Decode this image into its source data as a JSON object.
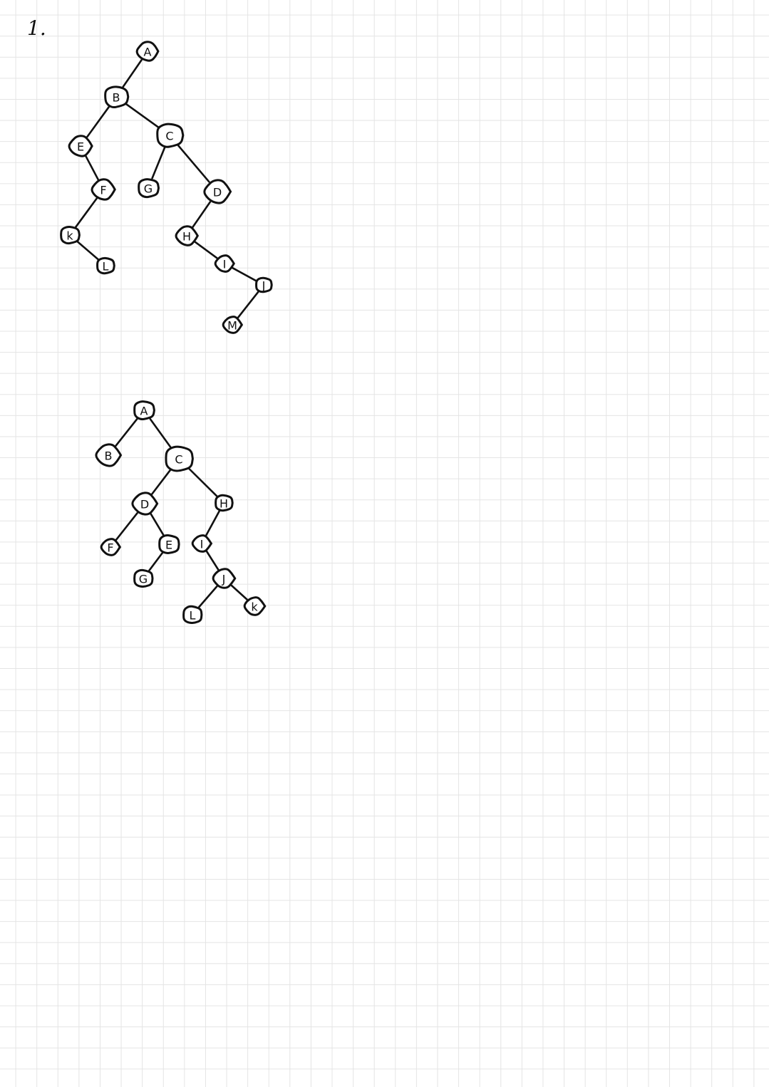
{
  "page": {
    "problem_number": "1."
  },
  "trees": [
    {
      "id": "tree1",
      "nodes": [
        {
          "id": "A",
          "label": "A"
        },
        {
          "id": "B",
          "label": "B"
        },
        {
          "id": "E",
          "label": "E"
        },
        {
          "id": "C",
          "label": "C"
        },
        {
          "id": "F",
          "label": "F"
        },
        {
          "id": "G",
          "label": "G"
        },
        {
          "id": "D",
          "label": "D"
        },
        {
          "id": "K",
          "label": "k"
        },
        {
          "id": "H",
          "label": "H"
        },
        {
          "id": "L",
          "label": "L"
        },
        {
          "id": "I",
          "label": "I"
        },
        {
          "id": "J",
          "label": "J"
        },
        {
          "id": "M",
          "label": "M"
        }
      ],
      "edges": [
        [
          "A",
          "B"
        ],
        [
          "B",
          "E"
        ],
        [
          "B",
          "C"
        ],
        [
          "E",
          "F"
        ],
        [
          "C",
          "G"
        ],
        [
          "C",
          "D"
        ],
        [
          "F",
          "K"
        ],
        [
          "K",
          "L"
        ],
        [
          "D",
          "H"
        ],
        [
          "H",
          "I"
        ],
        [
          "I",
          "J"
        ],
        [
          "J",
          "M"
        ]
      ]
    },
    {
      "id": "tree2",
      "nodes": [
        {
          "id": "A",
          "label": "A"
        },
        {
          "id": "B",
          "label": "B"
        },
        {
          "id": "C",
          "label": "C"
        },
        {
          "id": "D",
          "label": "D"
        },
        {
          "id": "H",
          "label": "H"
        },
        {
          "id": "F",
          "label": "F"
        },
        {
          "id": "E",
          "label": "E"
        },
        {
          "id": "I",
          "label": "I"
        },
        {
          "id": "G",
          "label": "G"
        },
        {
          "id": "J",
          "label": "J"
        },
        {
          "id": "L",
          "label": "L"
        },
        {
          "id": "K",
          "label": "k"
        }
      ],
      "edges": [
        [
          "A",
          "B"
        ],
        [
          "A",
          "C"
        ],
        [
          "C",
          "D"
        ],
        [
          "C",
          "H"
        ],
        [
          "D",
          "F"
        ],
        [
          "D",
          "E"
        ],
        [
          "E",
          "G"
        ],
        [
          "H",
          "I"
        ],
        [
          "I",
          "J"
        ],
        [
          "J",
          "L"
        ],
        [
          "J",
          "K"
        ]
      ]
    }
  ]
}
